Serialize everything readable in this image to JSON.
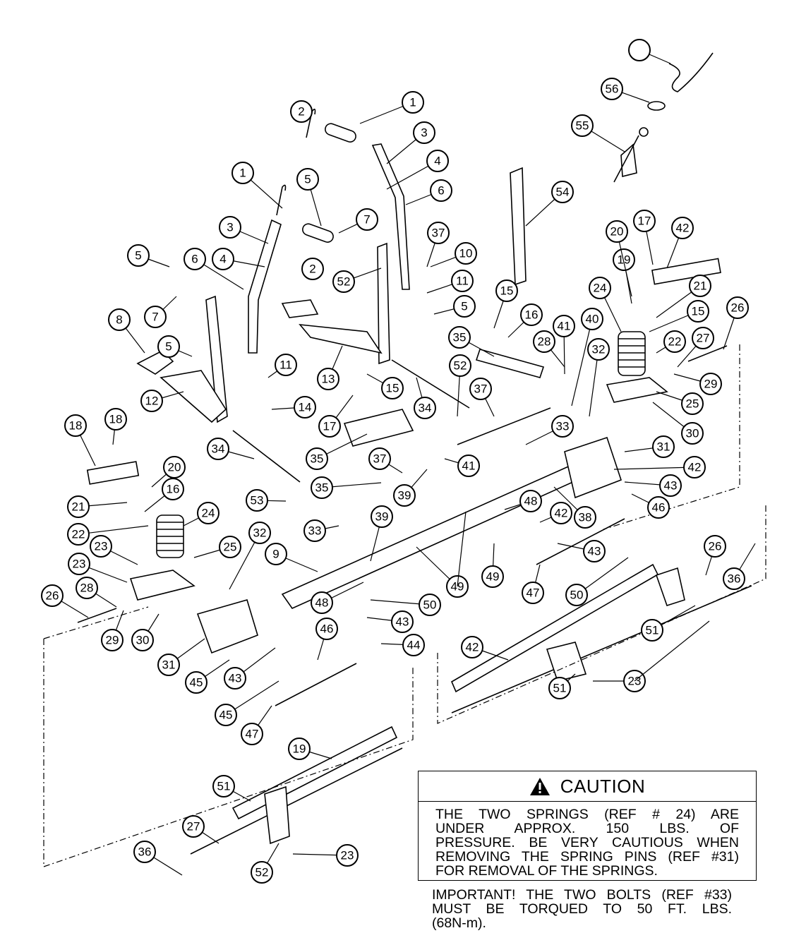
{
  "callouts": [
    "1",
    "1",
    "2",
    "2",
    "3",
    "3",
    "4",
    "4",
    "5",
    "5",
    "5",
    "5",
    "6",
    "6",
    "7",
    "7",
    "8",
    "9",
    "10",
    "11",
    "11",
    "12",
    "13",
    "14",
    "15",
    "15",
    "15",
    "16",
    "16",
    "17",
    "17",
    "18",
    "18",
    "19",
    "19",
    "20",
    "20",
    "21",
    "21",
    "22",
    "22",
    "23",
    "23",
    "23",
    "23",
    "24",
    "24",
    "25",
    "25",
    "26",
    "26",
    "26",
    "27",
    "27",
    "28",
    "28",
    "29",
    "29",
    "30",
    "30",
    "31",
    "31",
    "32",
    "32",
    "33",
    "33",
    "34",
    "34",
    "35",
    "35",
    "35",
    "36",
    "36",
    "37",
    "37",
    "37",
    "38",
    "39",
    "39",
    "40",
    "41",
    "41",
    "42",
    "42",
    "42",
    "42",
    "43",
    "43",
    "43",
    "43",
    "44",
    "45",
    "45",
    "46",
    "46",
    "47",
    "47",
    "48",
    "48",
    "49",
    "49",
    "50",
    "50",
    "51",
    "51",
    "51",
    "52",
    "52",
    "52",
    "53",
    "54",
    "55",
    "56"
  ],
  "caution": {
    "title": "CAUTION",
    "icon": "warning-triangle-icon",
    "lines": [
      "THE TWO SPRINGS (REF # 24) ARE",
      "UNDER APPROX. 150 LBS. OF",
      "PRESSURE. BE VERY CAUTIOUS WHEN",
      "REMOVING THE SPRING PINS (REF #31)",
      "FOR REMOVAL OF THE SPRINGS."
    ]
  },
  "important": {
    "lines": [
      "IMPORTANT! THE TWO BOLTS (REF #33)",
      "MUST BE TORQUED TO 50 FT. LBS.",
      "(68N-m)."
    ]
  }
}
